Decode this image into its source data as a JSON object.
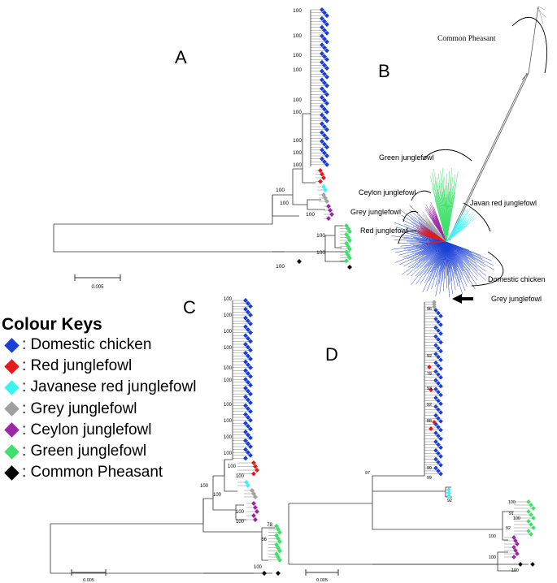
{
  "panels": {
    "a": {
      "letter": "A",
      "bootstrap": [
        "100",
        "100",
        "100",
        "100",
        "100",
        "100",
        "100",
        "100",
        "100",
        "100",
        "100",
        "100",
        "100",
        "100",
        "100"
      ],
      "scale": "0.005"
    },
    "b": {
      "letter": "B",
      "labels": {
        "common_pheasant": "Common Pheasant",
        "green": "Green junglefowl",
        "ceylon": "Ceylon junglefowl",
        "grey": "Grey junglefowl",
        "javan": "Javan red junglefowl",
        "red": "Red junglefowl",
        "domestic": "Domestic chicken"
      }
    },
    "c": {
      "letter": "C",
      "bootstrap": [
        "100",
        "100",
        "100",
        "100",
        "100",
        "100",
        "100",
        "100",
        "100",
        "100",
        "100",
        "100",
        "100",
        "100",
        "100",
        "100",
        "78",
        "66",
        "100"
      ],
      "scale": "0.005"
    },
    "d": {
      "letter": "D",
      "arrow_label": "Grey junglefowl",
      "bootstrap": [
        "96",
        "92",
        "78",
        "93",
        "92",
        "88",
        "99",
        "97",
        "99",
        "92",
        "100",
        "100",
        "91",
        "92",
        "100",
        "100",
        "100"
      ],
      "scale": "0.005"
    }
  },
  "legend": {
    "title": "Colour Keys",
    "items": [
      {
        "label": ": Domestic chicken",
        "color": "#1a3fd6",
        "icon": "diamond-icon"
      },
      {
        "label": ": Red junglefowl",
        "color": "#e41a1c",
        "icon": "diamond-icon"
      },
      {
        "label": ": Javanese red junglefowl",
        "color": "#3ff2f2",
        "icon": "diamond-icon"
      },
      {
        "label": ": Grey junglefowl",
        "color": "#a0a0a0",
        "icon": "diamond-icon"
      },
      {
        "label": ": Ceylon junglefowl",
        "color": "#9b27a8",
        "icon": "diamond-icon"
      },
      {
        "label": ": Green junglefowl",
        "color": "#3fe06a",
        "icon": "diamond-icon"
      },
      {
        "label": ": Common Pheasant",
        "color": "#000000",
        "icon": "diamond-icon"
      }
    ]
  },
  "colors": {
    "domestic": "#1a3fd6",
    "red": "#e41a1c",
    "javan": "#3ff2f2",
    "grey": "#a0a0a0",
    "ceylon": "#9b27a8",
    "green": "#3fe06a",
    "pheasant": "#000000",
    "branch": "#333333"
  }
}
